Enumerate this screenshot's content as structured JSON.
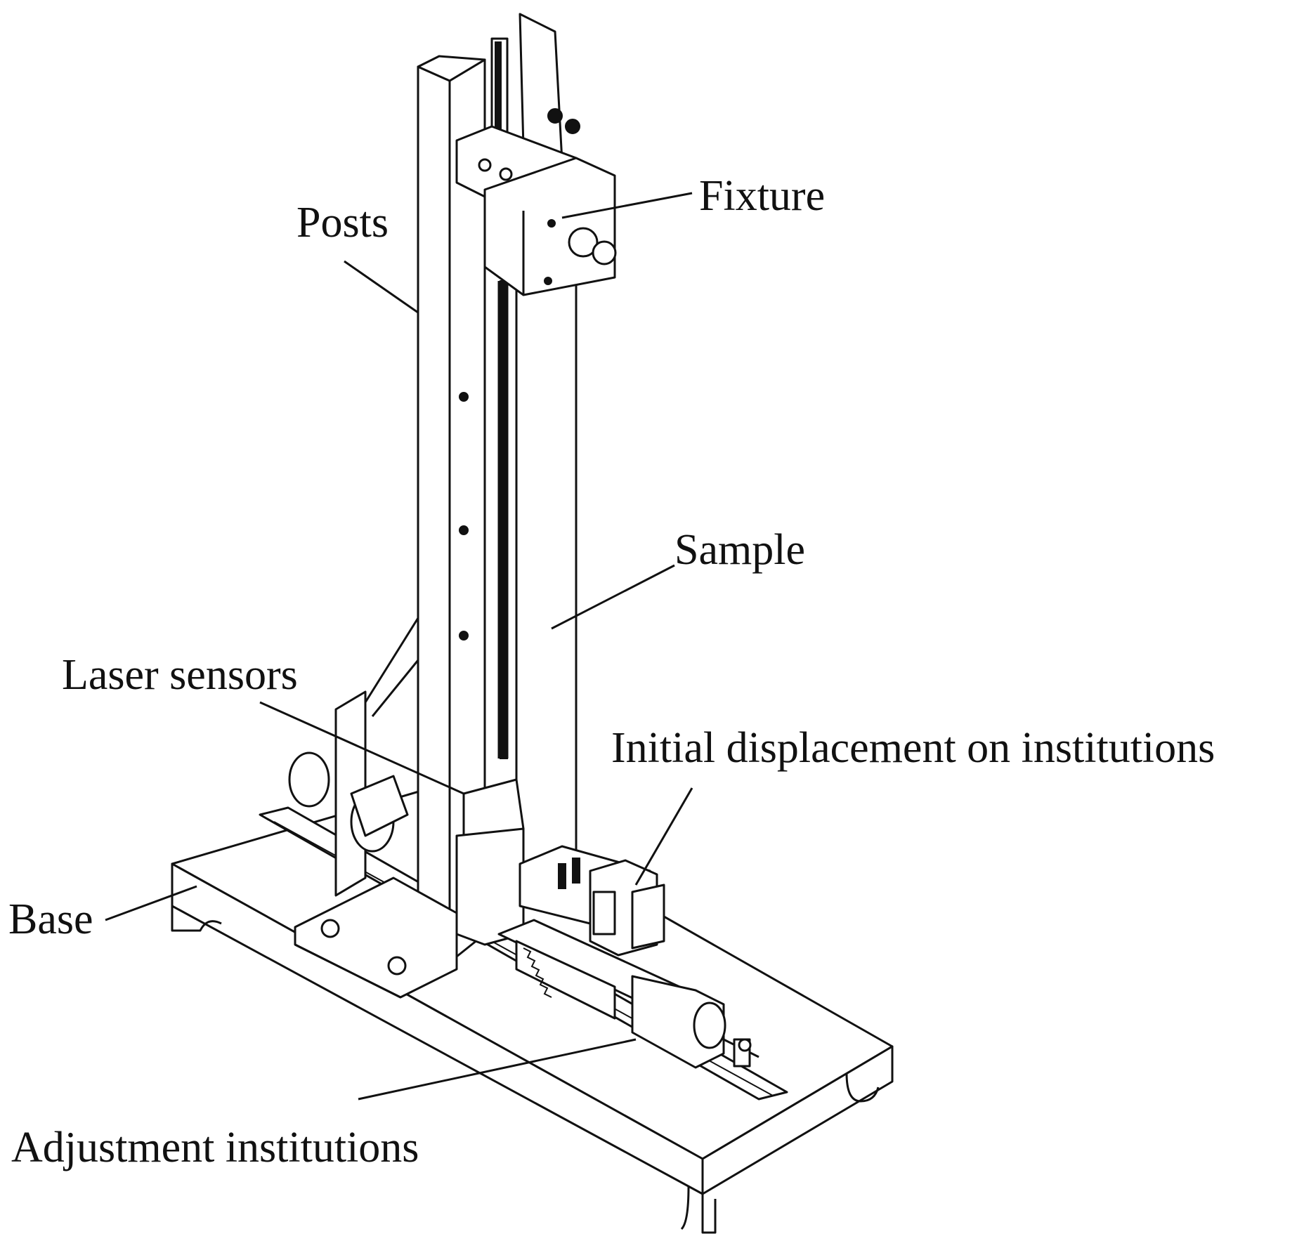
{
  "labels": {
    "fixture": "Fixture",
    "posts": "Posts",
    "sample": "Sample",
    "laser_sensors": "Laser sensors",
    "initial_displacement": "Initial displacement on institutions",
    "base": "Base",
    "adjustment": "Adjustment institutions"
  }
}
